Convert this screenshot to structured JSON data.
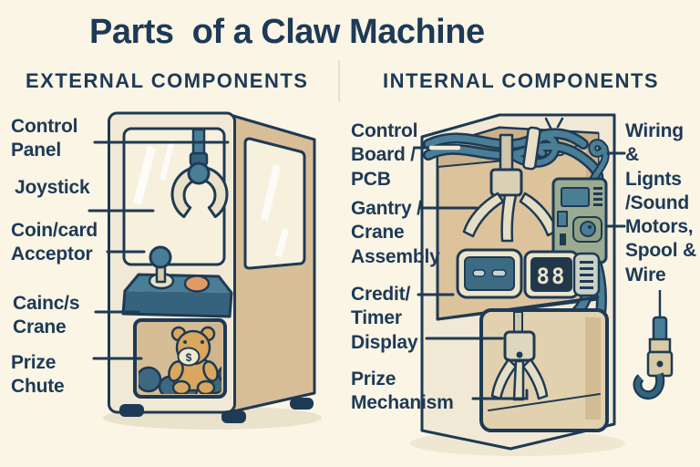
{
  "title": "Parts  of a Claw Machine",
  "external": {
    "heading": "EXTERNAL COMPONENTS",
    "labels": {
      "control_panel": "Control\nPanel",
      "joystick": "Joystick",
      "coin_card_acceptor": "Coin/card\nAcceptor",
      "claw_crane": "Cainc/s\nCrane",
      "prize_chute": "Prize\nChute"
    }
  },
  "internal": {
    "heading": "INTERNAL COMPONENTS",
    "labels": {
      "control_board": "Control\nBoard /\nPCB",
      "gantry": "Gantry /\nCrane\nAssembly",
      "credit_timer": "Credit/\nTimer\nDisplay",
      "prize_mechanism": "Prize\nMechanism",
      "wiring": "Wiring\n& Lignts\n/Sound",
      "motors": "Motors,\nSpool &\nWire"
    }
  },
  "illustration": {
    "coin_symbol": "$",
    "timer_digits": "88"
  },
  "palette": {
    "background": "#FBF5E5",
    "ink": "#1D3A57",
    "outline": "#1E3A54",
    "cabinet_cream": "#F1E9D5",
    "cabinet_tan": "#D8BE97",
    "window": "#F6F0DD",
    "teal": "#4A7E96",
    "teal_dark": "#35637D",
    "orange_button": "#E29A63",
    "bear_fur": "#D9A75D",
    "prize_ball_blue": "#3E6880",
    "pcb_green": "#9BAB91",
    "claw_cream": "#E6DEC4"
  }
}
